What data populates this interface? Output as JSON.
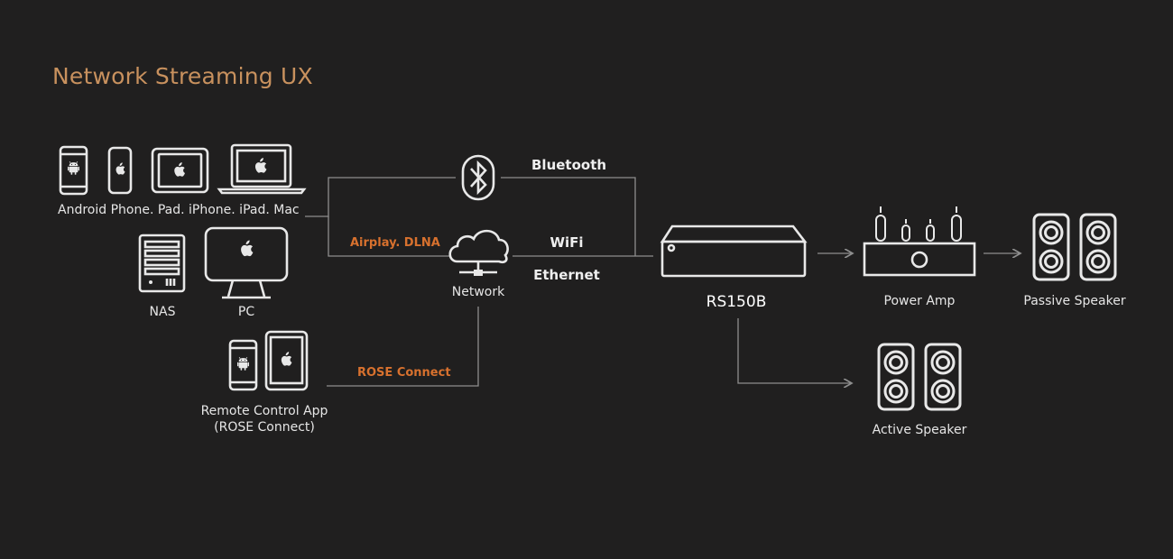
{
  "title": "Network Streaming UX",
  "labels": {
    "mobile_devices": "Android Phone. Pad. iPhone. iPad. Mac",
    "nas": "NAS",
    "pc": "PC",
    "remote_app_line1": "Remote Control App",
    "remote_app_line2": "(ROSE Connect)",
    "bluetooth": "Bluetooth",
    "airplay_dlna": "Airplay. DLNA",
    "network": "Network",
    "wifi": "WiFi",
    "ethernet": "Ethernet",
    "rose_connect": "ROSE Connect",
    "device": "RS150B",
    "power_amp": "Power Amp",
    "passive_speaker": "Passive Speaker",
    "active_speaker": "Active Speaker"
  },
  "colors": {
    "background": "#201f1f",
    "title": "#c8915e",
    "accent_label": "#d8712e",
    "line": "#8e8e8e",
    "icon": "#e8e8e8"
  },
  "icons": [
    "android-phone-icon",
    "iphone-icon",
    "ipad-icon",
    "macbook-icon",
    "nas-icon",
    "pc-monitor-icon",
    "android-phone-icon",
    "ipad-icon",
    "bluetooth-icon",
    "cloud-network-icon",
    "rs150b-device-icon",
    "power-amp-icon",
    "passive-speaker-icon",
    "active-speaker-icon"
  ]
}
